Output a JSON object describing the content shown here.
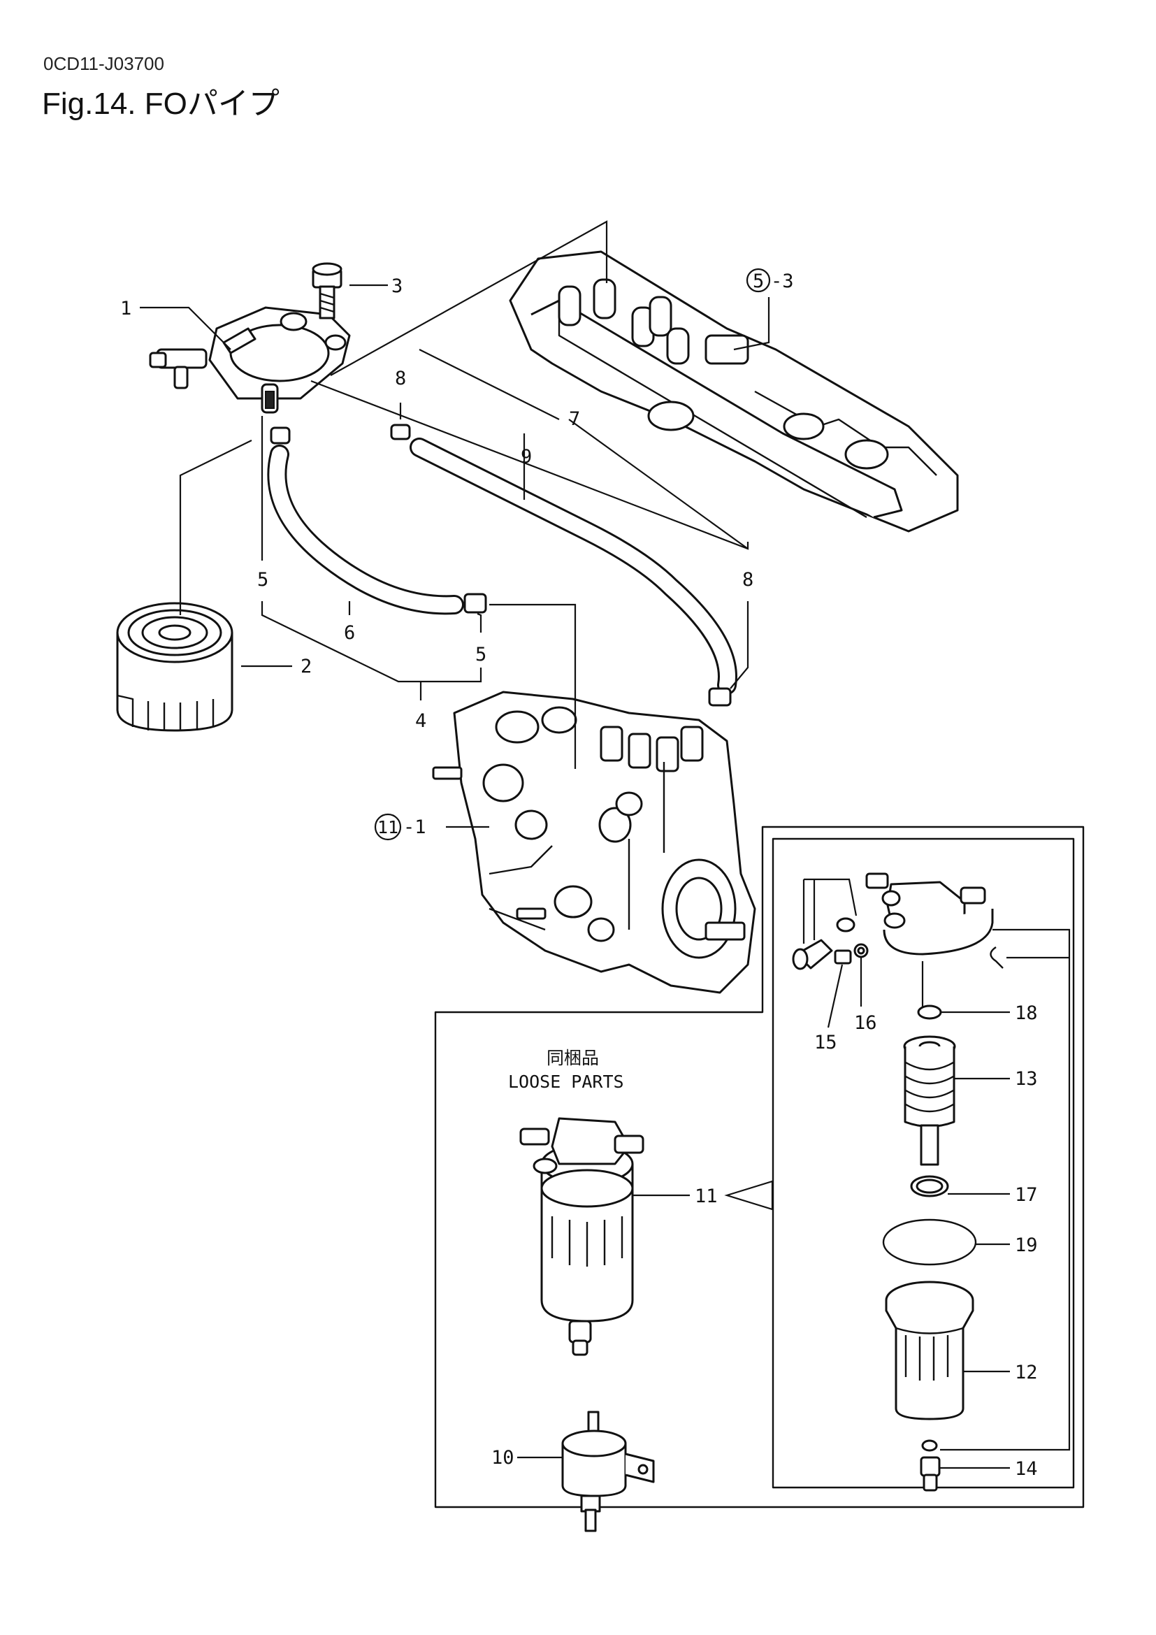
{
  "header": {
    "code": "0CD11-J03700",
    "title": "Fig.14.  FOパイプ"
  },
  "callouts": {
    "c1": "1",
    "c2": "2",
    "c3": "3",
    "c4": "4",
    "c5a": "5",
    "c5b": "5",
    "c6": "6",
    "c7": "7",
    "c8a": "8",
    "c8b": "8",
    "c9": "9",
    "c10": "10",
    "c11": "11",
    "c12": "12",
    "c13": "13",
    "c14": "14",
    "c15": "15",
    "c16": "16",
    "c17": "17",
    "c18": "18",
    "c19": "19",
    "ref5": "5",
    "ref5_suffix": "-3",
    "ref11": "11",
    "ref11_suffix": "-1"
  },
  "loose_parts": {
    "label_jp": "同梱品",
    "label_en": "LOOSE PARTS"
  }
}
